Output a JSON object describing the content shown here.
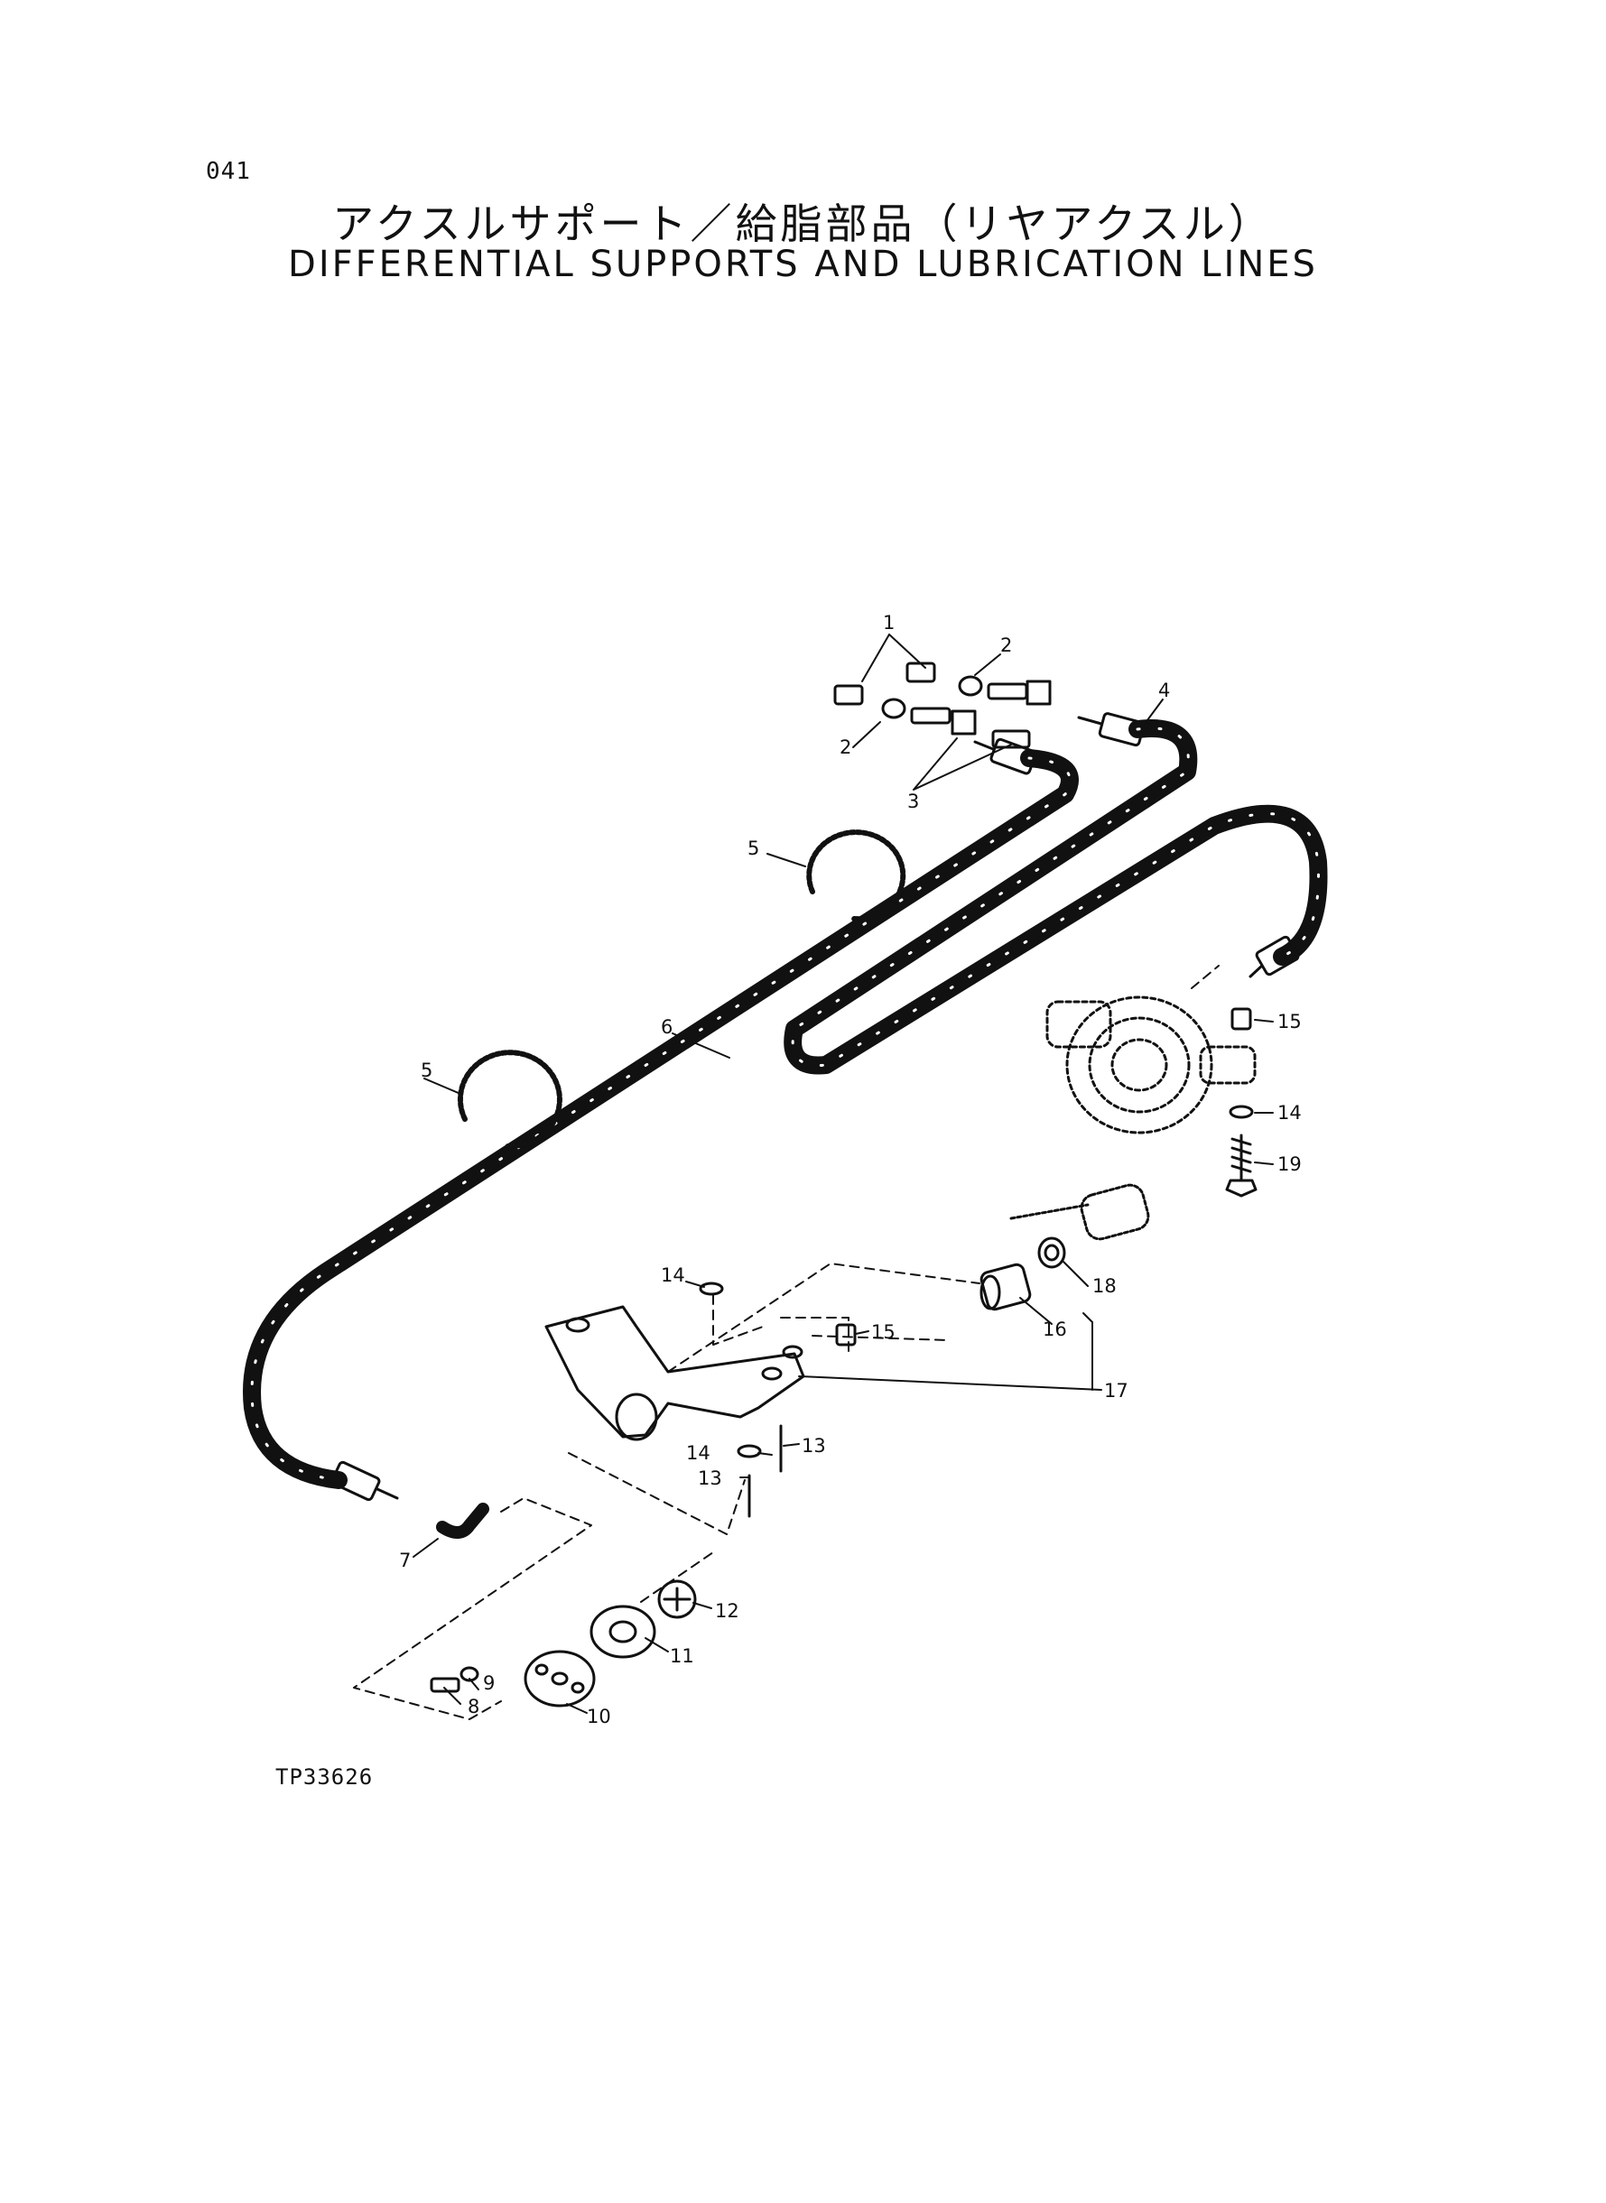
{
  "page_number": "041",
  "title_jp": "アクスルサポート／給脂部品（リヤアクスル）",
  "title_en": "DIFFERENTIAL SUPPORTS AND LUBRICATION LINES",
  "figure_id": "TP33626",
  "callouts": {
    "c1": "1",
    "c2a": "2",
    "c2b": "2",
    "c3": "3",
    "c4": "4",
    "c5a": "5",
    "c5b": "5",
    "c6": "6",
    "c7": "7",
    "c8": "8",
    "c9": "9",
    "c10": "10",
    "c11": "11",
    "c12": "12",
    "c13a": "13",
    "c13b": "13",
    "c14a": "14",
    "c14b": "14",
    "c14c": "14",
    "c15a": "15",
    "c15b": "15",
    "c16": "16",
    "c17": "17",
    "c18": "18",
    "c19": "19"
  }
}
